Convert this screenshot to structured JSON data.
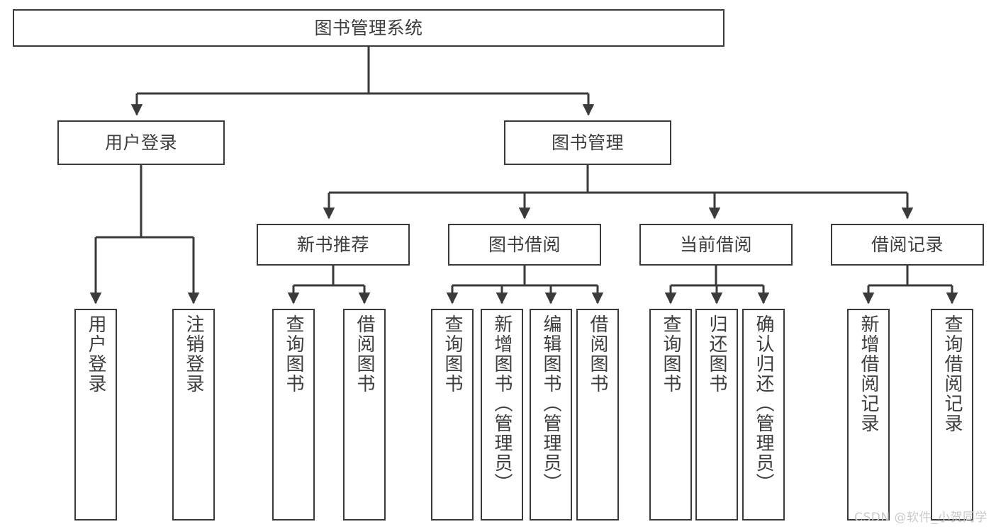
{
  "diagram": {
    "title": "图书管理系统",
    "type": "tree-hierarchy-chart",
    "watermark": "CSDN @软件_小贺同学",
    "colors": {
      "background": "#ffffff",
      "node_border": "#3a3a3a",
      "node_fill": "#ffffff",
      "edge": "#3a3a3a",
      "text": "#3d3d3d",
      "watermark": "#c9c9c9"
    },
    "nodes": {
      "root": {
        "label": "图书管理系统"
      },
      "level2": [
        {
          "label": "用户登录"
        },
        {
          "label": "图书管理"
        }
      ],
      "level3": [
        {
          "label": "新书推荐"
        },
        {
          "label": "图书借阅"
        },
        {
          "label": "当前借阅"
        },
        {
          "label": "借阅记录"
        }
      ],
      "leaves": {
        "user_login": [
          {
            "label": "用户登录"
          },
          {
            "label": "注销登录"
          }
        ],
        "new_book": [
          {
            "label": "查询图书"
          },
          {
            "label": "借阅图书"
          }
        ],
        "book_borrow": [
          {
            "label": "查询图书"
          },
          {
            "label": "新增图书（管理员）"
          },
          {
            "label": "编辑图书（管理员）"
          },
          {
            "label": "借阅图书"
          }
        ],
        "current_borrow": [
          {
            "label": "查询图书"
          },
          {
            "label": "归还图书"
          },
          {
            "label": "确认归还（管理员）"
          }
        ],
        "borrow_record": [
          {
            "label": "新增借阅记录"
          },
          {
            "label": "查询借阅记录"
          }
        ]
      }
    }
  }
}
